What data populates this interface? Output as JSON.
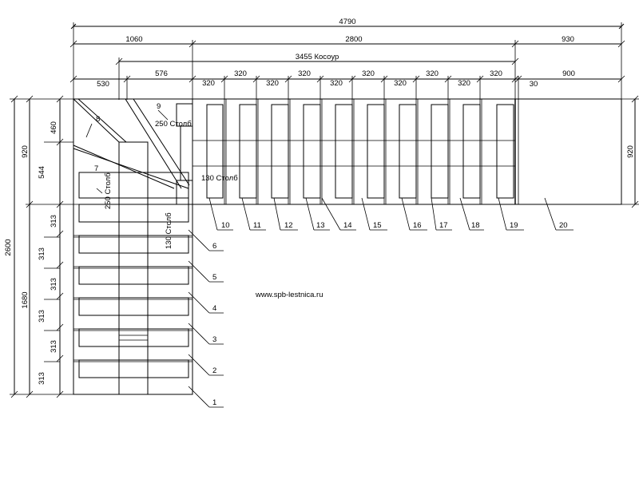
{
  "website": "www.spb-lestnica.ru",
  "dims": {
    "total_width": "4790",
    "left_part": "1060",
    "middle_part": "2800",
    "right_part": "930",
    "kosour": "3455 Косоур",
    "d530": "530",
    "d576": "576",
    "step_width": "320",
    "d30": "30",
    "d900": "900",
    "total_height": "2600",
    "upper_height": "920",
    "lower_height": "1680",
    "d460": "460",
    "d544": "544",
    "step_depth": "313",
    "right_height": "920"
  },
  "posts": {
    "post_250_top": "250 Столб",
    "post_130_right": "130 Столб",
    "post_250_vertical": "250 Столб",
    "post_130_vertical": "130 Столб"
  },
  "step_numbers": [
    "1",
    "2",
    "3",
    "4",
    "5",
    "6",
    "7",
    "8",
    "9",
    "10",
    "11",
    "12",
    "13",
    "14",
    "15",
    "16",
    "17",
    "18",
    "19",
    "20"
  ]
}
